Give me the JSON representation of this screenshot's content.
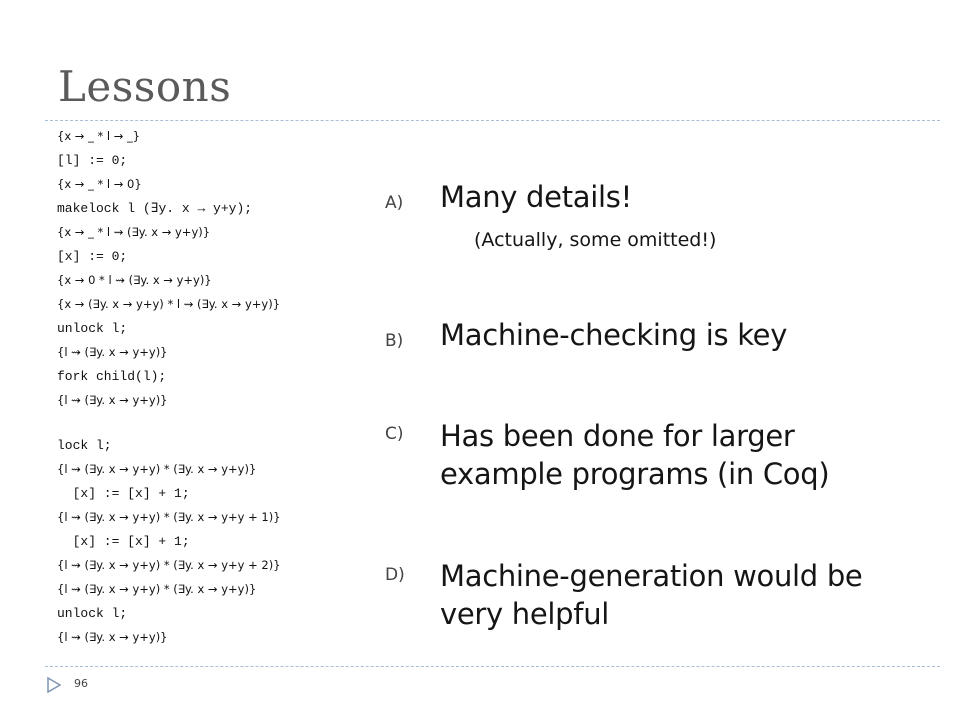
{
  "slide": {
    "title": "Lessons",
    "page_number": "96"
  },
  "code_lines": [
    "{x → _ * l → _}",
    "[l] := 0;",
    "{x → _ * l → 0}",
    "makelock l (∃y. x → y+y);",
    "{x → _ * l ⇝ (∃y. x → y+y)}",
    "[x] := 0;",
    "{x → 0 * l ⇝ (∃y. x → y+y)}",
    "{x → (∃y. x → y+y) * l ⇝ (∃y. x → y+y)}",
    "unlock l;",
    "{l ⇝ (∃y. x → y+y)}",
    "fork child(l);",
    "{l ⇝ (∃y. x → y+y)}",
    "lock l;",
    "{l ⇝ (∃y. x → y+y) * (∃y. x → y+y)}",
    "  [x] := [x] + 1;",
    "{l ⇝ (∃y. x → y+y) * (∃y. x → y+y + 1)}",
    "  [x] := [x] + 1;",
    "{l ⇝ (∃y. x → y+y) * (∃y. x → y+y + 2)}",
    "{l ⇝ (∃y. x → y+y) * (∃y. x → y+y)}",
    "unlock l;",
    "{l ⇝ (∃y. x → y+y)}"
  ],
  "points": [
    {
      "letter": "A)",
      "text": "Many details!"
    },
    {
      "letter": "B)",
      "text": "Machine-checking is key"
    },
    {
      "letter": "C)",
      "text": "Has been done for larger\nexample programs (in Coq)"
    },
    {
      "letter": "D)",
      "text": "Machine-generation would be\nvery helpful"
    }
  ],
  "subnote": "(Actually, some omitted!)",
  "colors": {
    "title": "#5a5a5a",
    "rule": "#a9bdd4",
    "footer_arrow": "#7f95b2"
  }
}
